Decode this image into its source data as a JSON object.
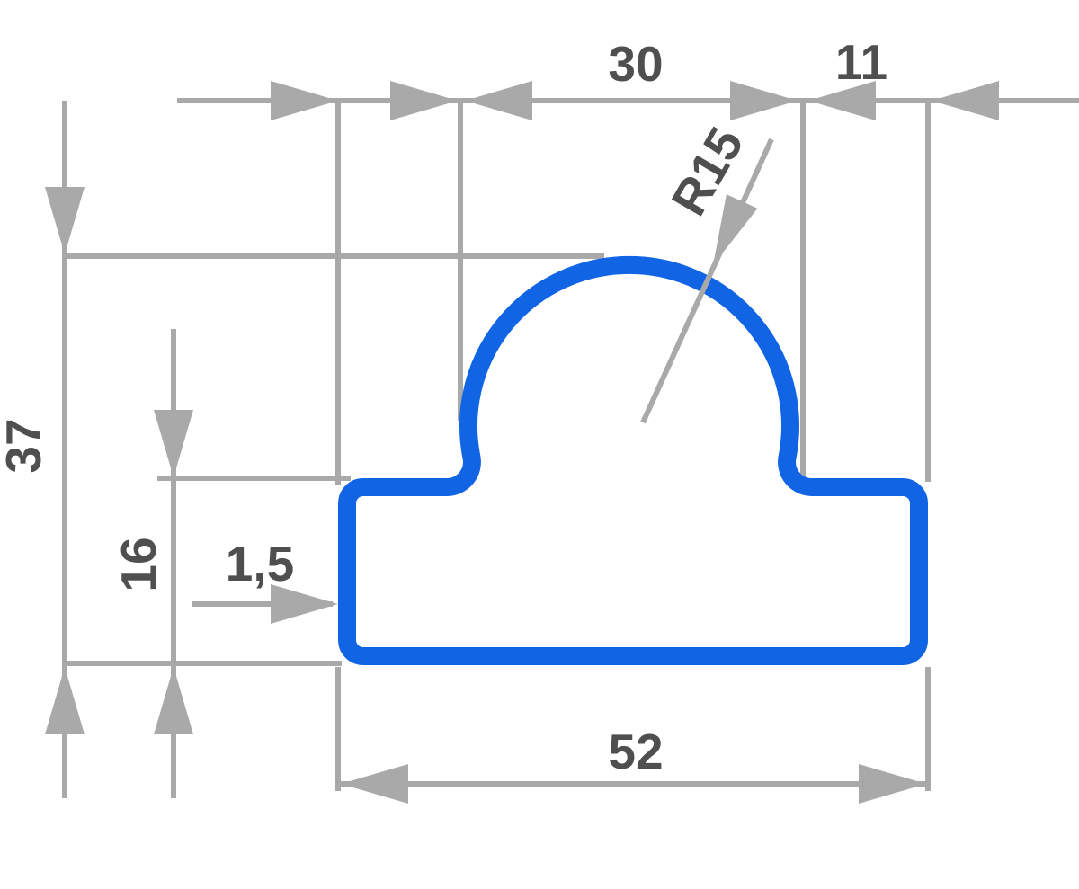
{
  "drawing": {
    "description": "Technical cross-section drawing of a dome-topped extrusion profile with dimension annotations",
    "colors": {
      "profile": "#1164e4",
      "dim": "#a9a9a9",
      "text": "#4f4f4f",
      "bg": "#ffffff"
    },
    "labels": {
      "dome_width": "30",
      "shoulder_width": "11",
      "dome_radius": "R15",
      "total_height": "37",
      "base_height": "16",
      "wall_thickness": "1,5",
      "total_width": "52"
    }
  }
}
